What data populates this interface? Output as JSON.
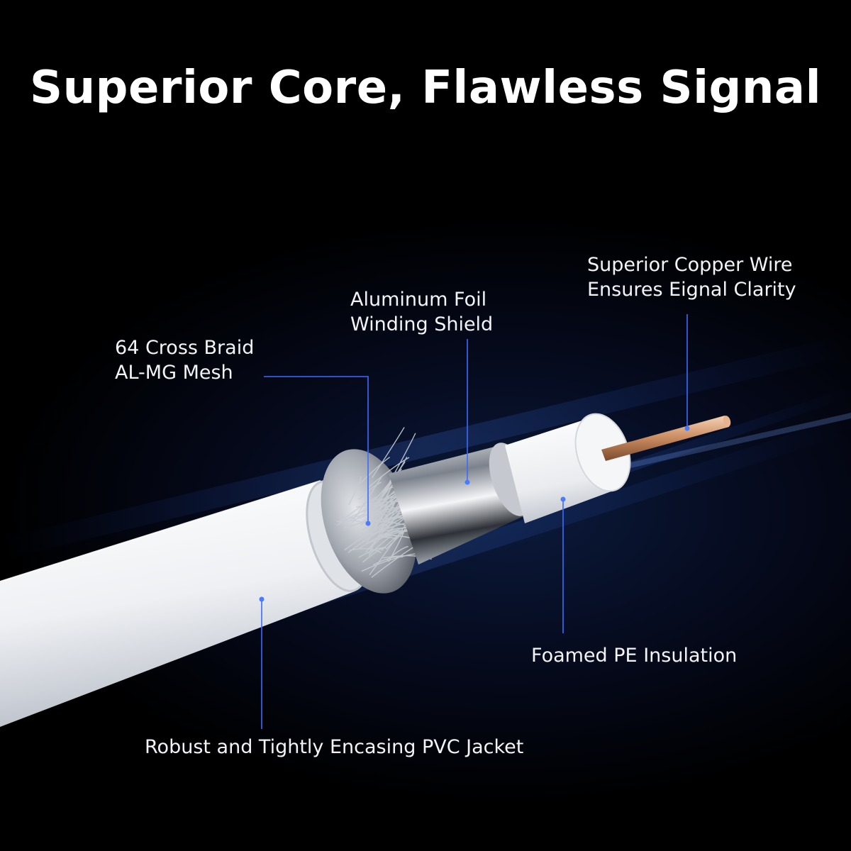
{
  "title": "Superior Core, Flawless Signal",
  "labels": {
    "copper": {
      "line1": "Superior Copper Wire",
      "line2": "Ensures Eignal Clarity"
    },
    "foil": {
      "line1": "Aluminum Foil",
      "line2": "Winding Shield"
    },
    "braid": {
      "line1": "64 Cross Braid",
      "line2": "AL-MG Mesh"
    },
    "insulation": "Foamed PE Insulation",
    "jacket": "Robust and Tightly Encasing PVC Jacket"
  },
  "colors": {
    "leader_line": "#3d6bff",
    "background_glow": "#0b1a3c",
    "jacket": "#f2f2f2",
    "copper": "#d9a27a"
  }
}
